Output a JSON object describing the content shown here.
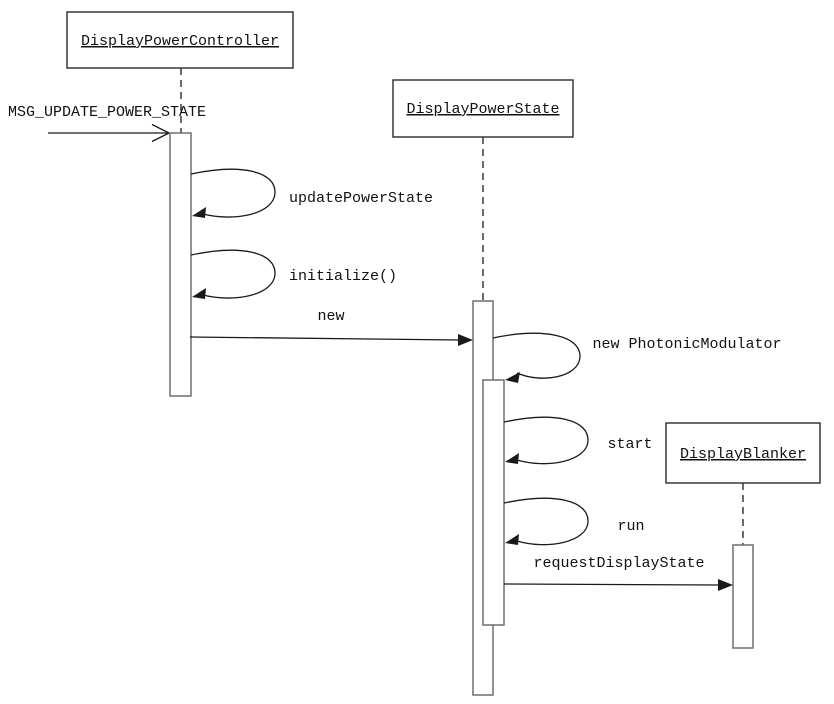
{
  "diagram": {
    "type": "uml-sequence",
    "background_color": "#ffffff",
    "line_color": "#1a1a1a",
    "activation_bar_stroke": "#6e6e6e",
    "lifelines": [
      {
        "name": "DisplayPowerController"
      },
      {
        "name": "DisplayPowerState"
      },
      {
        "name": "DisplayBlanker"
      }
    ],
    "messages": [
      {
        "label": "MSG_UPDATE_POWER_STATE",
        "from": "external",
        "to": "DisplayPowerController",
        "kind": "found-open-arrow"
      },
      {
        "label": "updatePowerState",
        "from": "DisplayPowerController",
        "to": "DisplayPowerController",
        "kind": "self-call"
      },
      {
        "label": "initialize()",
        "from": "DisplayPowerController",
        "to": "DisplayPowerController",
        "kind": "self-call"
      },
      {
        "label": "new",
        "from": "DisplayPowerController",
        "to": "DisplayPowerState",
        "kind": "call"
      },
      {
        "label": "new PhotonicModulator",
        "from": "DisplayPowerState",
        "to": "DisplayPowerState",
        "kind": "self-call"
      },
      {
        "label": "start",
        "from": "DisplayPowerState",
        "to": "DisplayPowerState",
        "kind": "self-call"
      },
      {
        "label": "run",
        "from": "DisplayPowerState",
        "to": "DisplayPowerState",
        "kind": "self-call"
      },
      {
        "label": "requestDisplayState",
        "from": "DisplayPowerState",
        "to": "DisplayBlanker",
        "kind": "call"
      }
    ]
  }
}
